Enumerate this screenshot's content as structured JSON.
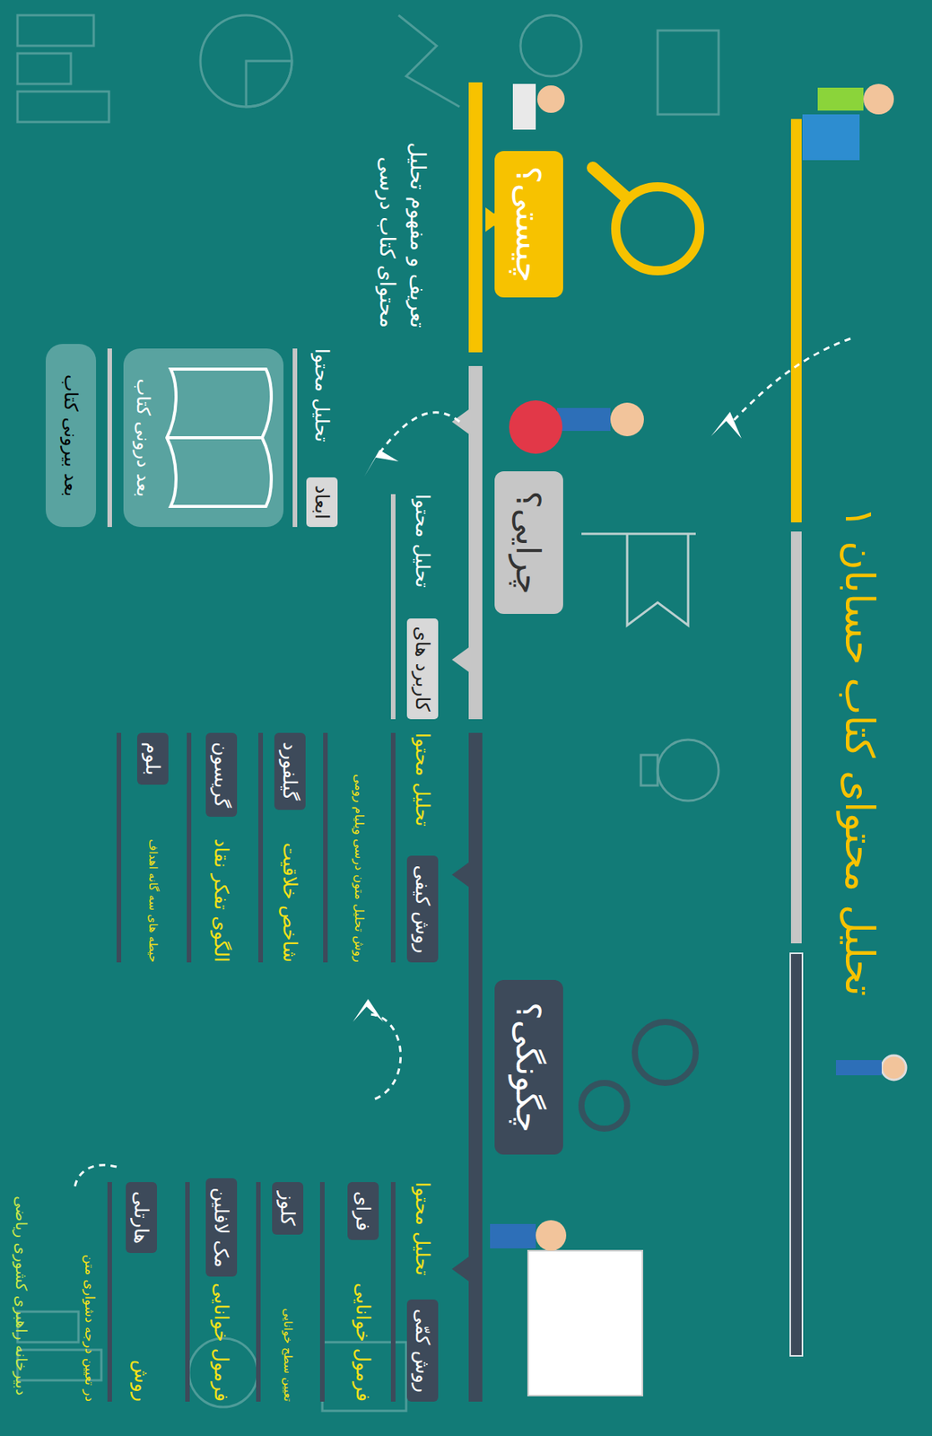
{
  "diagram": {
    "title": "تحلیل محتوای کتاب حسابان ۱",
    "nodes": [
      {
        "text": [
          "چیستی؟"
        ]
      },
      {
        "text": [
          "چرایی؟"
        ]
      },
      {
        "text": [
          "کاربرد های",
          "تحلیل محتوا"
        ]
      },
      {
        "text": [
          "ابعاد",
          "تحلیل محتوا"
        ]
      },
      {
        "text": [
          "بعد درونی کتاب"
        ]
      },
      {
        "text": [
          "بعد بیرونی کتاب"
        ]
      },
      {
        "text": [
          "چگونگی؟"
        ]
      },
      {
        "text": [
          "روش کیفی",
          "تحلیل محتوا"
        ]
      },
      {
        "text": [
          "شاخص خلاقیت",
          "گیلفورد"
        ]
      },
      {
        "text": [
          "الگوی تفکر نقاد",
          "گریسون"
        ]
      },
      {
        "text": [
          "حیطه های سه گانه اهداف",
          "بلوم"
        ]
      },
      {
        "text": [
          "روش کمّی",
          "تحلیل محتوا"
        ]
      },
      {
        "text": [
          "فرمول خوانایی",
          "فرای"
        ]
      },
      {
        "text": [
          "تعیین سطح خوانایی",
          "کلوز"
        ]
      },
      {
        "text": [
          "فرمول خوانایی",
          "مک لافلین"
        ]
      },
      {
        "text": [
          "روش",
          "هارتلی"
        ]
      }
    ],
    "labels": [
      "تعریف و مفهوم تحلیل محتوای کتاب درسی",
      "روش تحلیل متون درسی ویلیام رومی",
      "در تعیین درجه دشواری متن",
      "دبیرخانه راهبری کشوری ریاضی"
    ]
  }
}
